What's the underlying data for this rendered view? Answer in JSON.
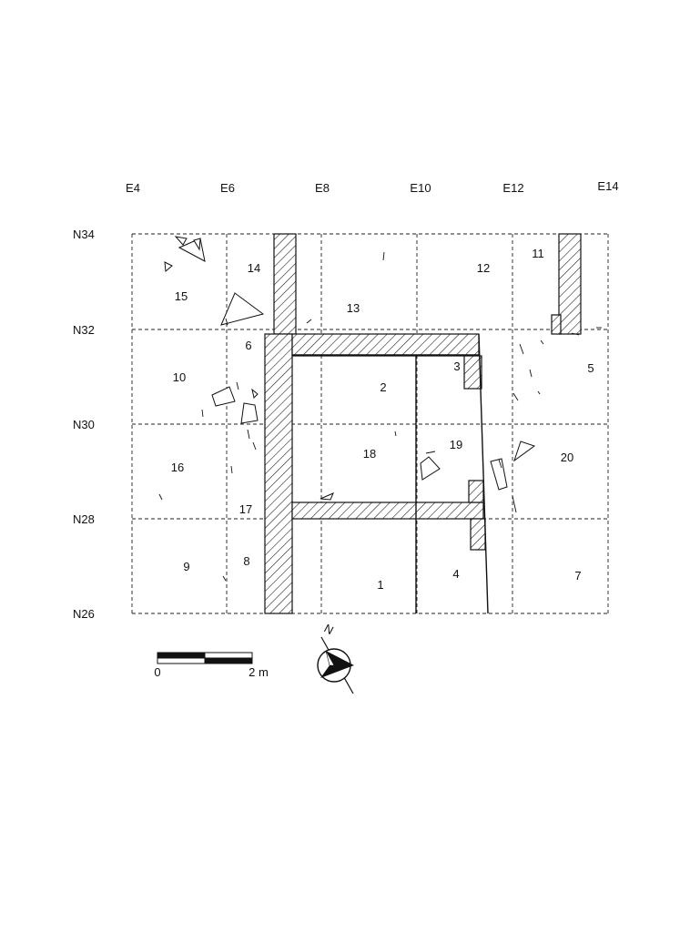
{
  "columns": [
    "E4",
    "E6",
    "E8",
    "E10",
    "E12",
    "E14"
  ],
  "rows": [
    "N34",
    "N32",
    "N30",
    "N28",
    "N26"
  ],
  "units": [
    {
      "id": "u1",
      "label": "1"
    },
    {
      "id": "u2",
      "label": "2"
    },
    {
      "id": "u3",
      "label": "3"
    },
    {
      "id": "u4",
      "label": "4"
    },
    {
      "id": "u5",
      "label": "5"
    },
    {
      "id": "u6",
      "label": "6"
    },
    {
      "id": "u7",
      "label": "7"
    },
    {
      "id": "u8",
      "label": "8"
    },
    {
      "id": "u9",
      "label": "9"
    },
    {
      "id": "u10",
      "label": "10"
    },
    {
      "id": "u11",
      "label": "11"
    },
    {
      "id": "u12",
      "label": "12"
    },
    {
      "id": "u13",
      "label": "13"
    },
    {
      "id": "u14",
      "label": "14"
    },
    {
      "id": "u15",
      "label": "15"
    },
    {
      "id": "u16",
      "label": "16"
    },
    {
      "id": "u17",
      "label": "17"
    },
    {
      "id": "u18",
      "label": "18"
    },
    {
      "id": "u19",
      "label": "19"
    },
    {
      "id": "u20",
      "label": "20"
    }
  ],
  "scale_bar": {
    "start_label": "0",
    "end_label": "2 m"
  },
  "north_arrow": {
    "label": "N"
  },
  "colors": {
    "ink": "#111111",
    "background": "#ffffff"
  }
}
